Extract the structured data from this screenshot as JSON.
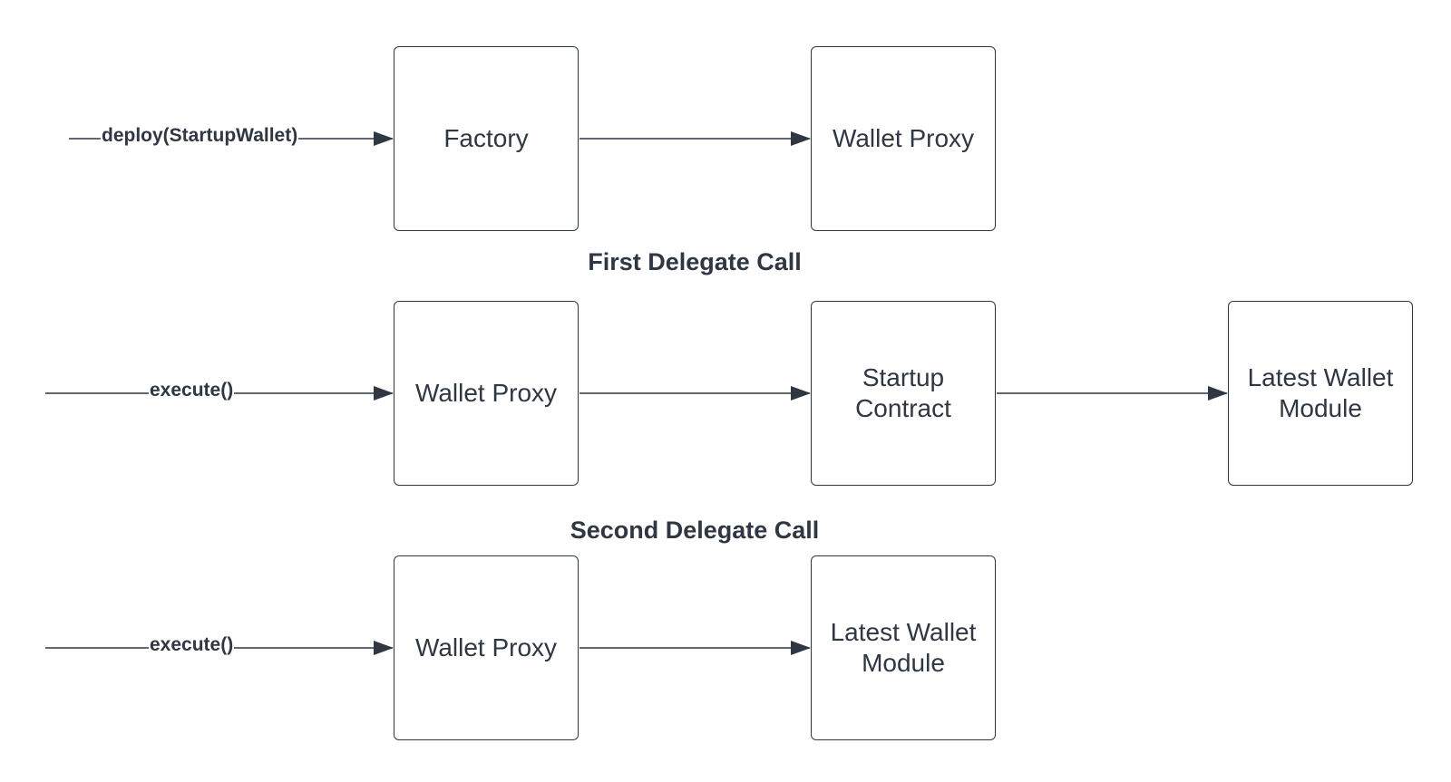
{
  "row1": {
    "input_label": "deploy(StartupWallet)",
    "box1": "Factory",
    "box2": "Wallet Proxy"
  },
  "row2": {
    "heading": "First Delegate Call",
    "input_label": "execute()",
    "box1": "Wallet Proxy",
    "box2": "Startup\nContract",
    "box3": "Latest Wallet\nModule"
  },
  "row3": {
    "heading": "Second Delegate Call",
    "input_label": "execute()",
    "box1": "Wallet Proxy",
    "box2": "Latest Wallet\nModule"
  },
  "colors": {
    "stroke": "#2f3742",
    "background": "#ffffff"
  }
}
